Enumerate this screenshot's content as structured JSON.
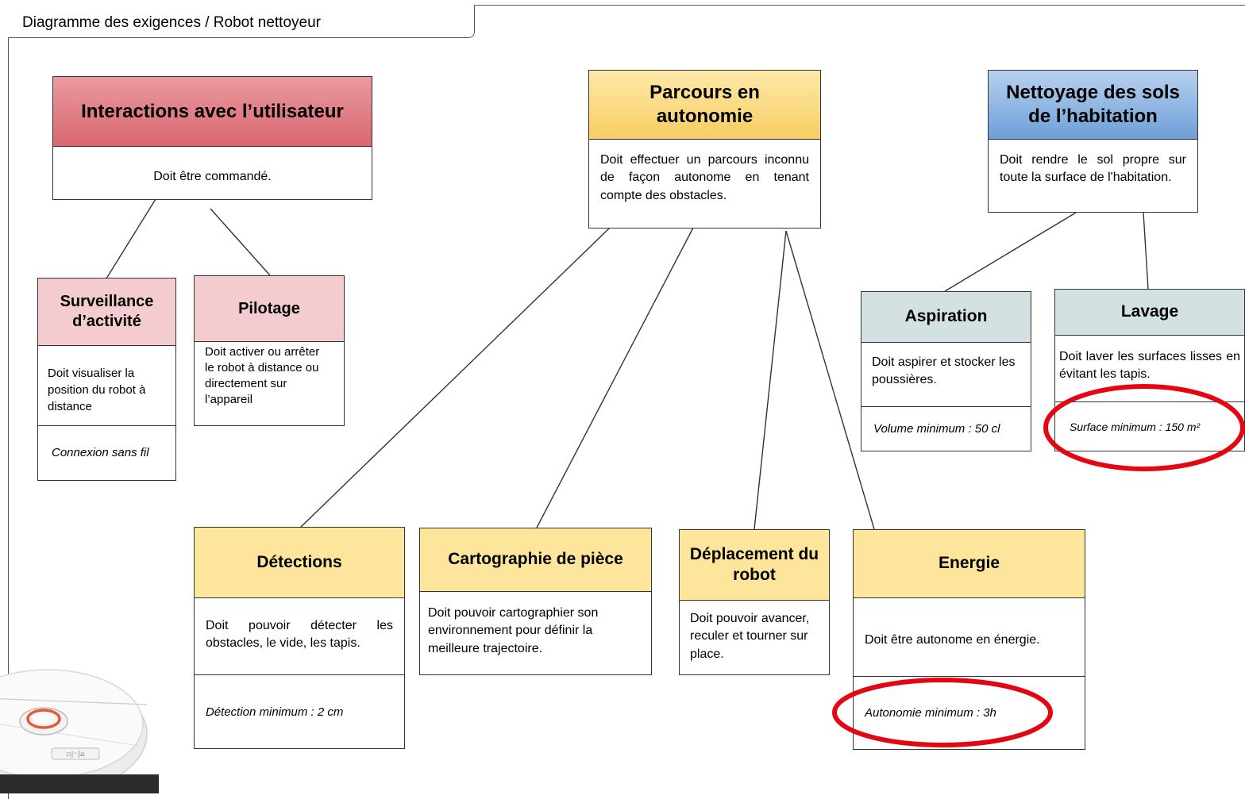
{
  "frame_title": "Diagramme des exigences / Robot nettoyeur",
  "colors": {
    "interactions": "#d9676f",
    "parcours": "#f8cd63",
    "nettoyage": "#6e9fd8",
    "sub_interactions": "#f4cccf",
    "sub_parcours": "#fde59b",
    "sub_nettoyage": "#d3e1e2",
    "highlight": "#e30613"
  },
  "interactions": {
    "title": "Interactions avec l’utilisateur",
    "text": "Doit être commandé."
  },
  "surveillance": {
    "title": "Surveillance d’activité",
    "text": "Doit visualiser la position du robot à distance",
    "constraint": "Connexion sans fil"
  },
  "pilotage": {
    "title": "Pilotage",
    "text": "Doit activer ou arrêter le robot à distance ou directement sur l’appareil"
  },
  "parcours": {
    "title": "Parcours  en autonomie",
    "text": "Doit effectuer  un parcours inconnu de façon autonome en tenant compte des obstacles."
  },
  "detections": {
    "title": "Détections",
    "text": "Doit pouvoir détecter les obstacles, le vide, les tapis.",
    "constraint": "Détection minimum : 2 cm"
  },
  "cartographie": {
    "title": "Cartographie de pièce",
    "text": "Doit pouvoir cartographier son environnement pour définir la meilleure trajectoire."
  },
  "deplacement": {
    "title": "Déplacement du robot",
    "text": "Doit pouvoir avancer, reculer et tourner sur place."
  },
  "energie": {
    "title": "Energie",
    "text": "Doit être autonome en énergie.",
    "constraint": "Autonomie minimum : 3h"
  },
  "nettoyage": {
    "title": "Nettoyage des sols de l’habitation",
    "text": "Doit rendre le sol propre sur toute la surface de l'habitation."
  },
  "aspiration": {
    "title": "Aspiration",
    "text": "Doit aspirer et stocker les poussières.",
    "constraint": "Volume minimum : 50 cl"
  },
  "lavage": {
    "title": "Lavage",
    "text": "Doit laver les surfaces lisses en évitant les tapis.",
    "constraint": "Surface minimum : 150 m²"
  },
  "robot_buttons": "▫|◦|⌂"
}
